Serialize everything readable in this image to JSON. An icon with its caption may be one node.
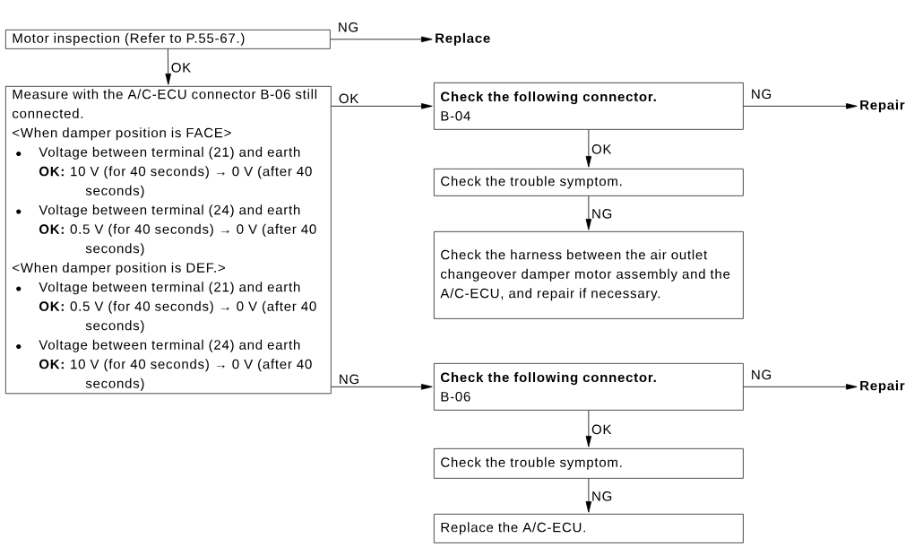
{
  "diagram": {
    "nodes": [
      {
        "text": [
          "Motor inspection (Refer to P.55-67.)"
        ]
      },
      {
        "text": [
          "Replace"
        ]
      },
      {
        "text": [
          "Measure with the A/C-ECU connector B-06 still connected.",
          "<When damper position is FACE>",
          "Voltage between terminal (21) and earth",
          "**OK:** 10 V (for 40 seconds) → 0 V (after 40 seconds)",
          "Voltage between terminal (24) and earth",
          "**OK:** 0.5 V (for 40 seconds) → 0 V (after 40 seconds)",
          "<When damper position is DEF.>",
          "Voltage between terminal (21) and earth",
          "**OK:** 0.5 V (for 40 seconds) → 0 V (after 40 seconds)",
          "Voltage between terminal (24) and earth",
          "**OK:** 10 V (for 40 seconds) → 0 V (after 40 seconds)"
        ]
      },
      {
        "text": [
          "Check the following connector.",
          "B-04"
        ]
      },
      {
        "text": [
          "Repair"
        ]
      },
      {
        "text": [
          "Check the trouble symptom."
        ]
      },
      {
        "text": [
          "Check the harness between the air outlet changeover damper motor assembly and the A/C-ECU, and repair if necessary."
        ]
      },
      {
        "text": [
          "Check the following connector.",
          "B-06"
        ]
      },
      {
        "text": [
          "Repair"
        ]
      },
      {
        "text": [
          "Check the trouble symptom."
        ]
      },
      {
        "text": [
          "Replace the A/C-ECU."
        ]
      }
    ],
    "edges": [
      {
        "from": 0,
        "to": 1,
        "label": "NG",
        "arrow": "to"
      },
      {
        "from": 0,
        "to": 2,
        "label": "OK",
        "arrow": "to"
      },
      {
        "from": 2,
        "to": 3,
        "label": "OK",
        "arrow": "to"
      },
      {
        "from": 3,
        "to": 4,
        "label": "NG",
        "arrow": "to"
      },
      {
        "from": 3,
        "to": 5,
        "label": "OK",
        "arrow": "to"
      },
      {
        "from": 5,
        "to": 6,
        "label": "NG",
        "arrow": "to"
      },
      {
        "from": 2,
        "to": 7,
        "label": "NG",
        "arrow": "to"
      },
      {
        "from": 7,
        "to": 8,
        "label": "NG",
        "arrow": "to"
      },
      {
        "from": 7,
        "to": 9,
        "label": "OK",
        "arrow": "to"
      },
      {
        "from": 9,
        "to": 10,
        "label": "NG",
        "arrow": "to"
      }
    ]
  }
}
